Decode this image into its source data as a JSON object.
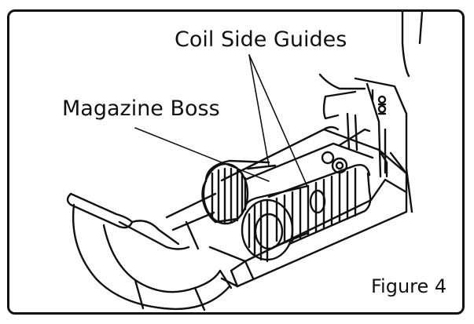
{
  "labels": {
    "coil_side_guides": "Coil Side Guides",
    "magazine_boss": "Magazine Boss",
    "figure": "Figure 4"
  }
}
